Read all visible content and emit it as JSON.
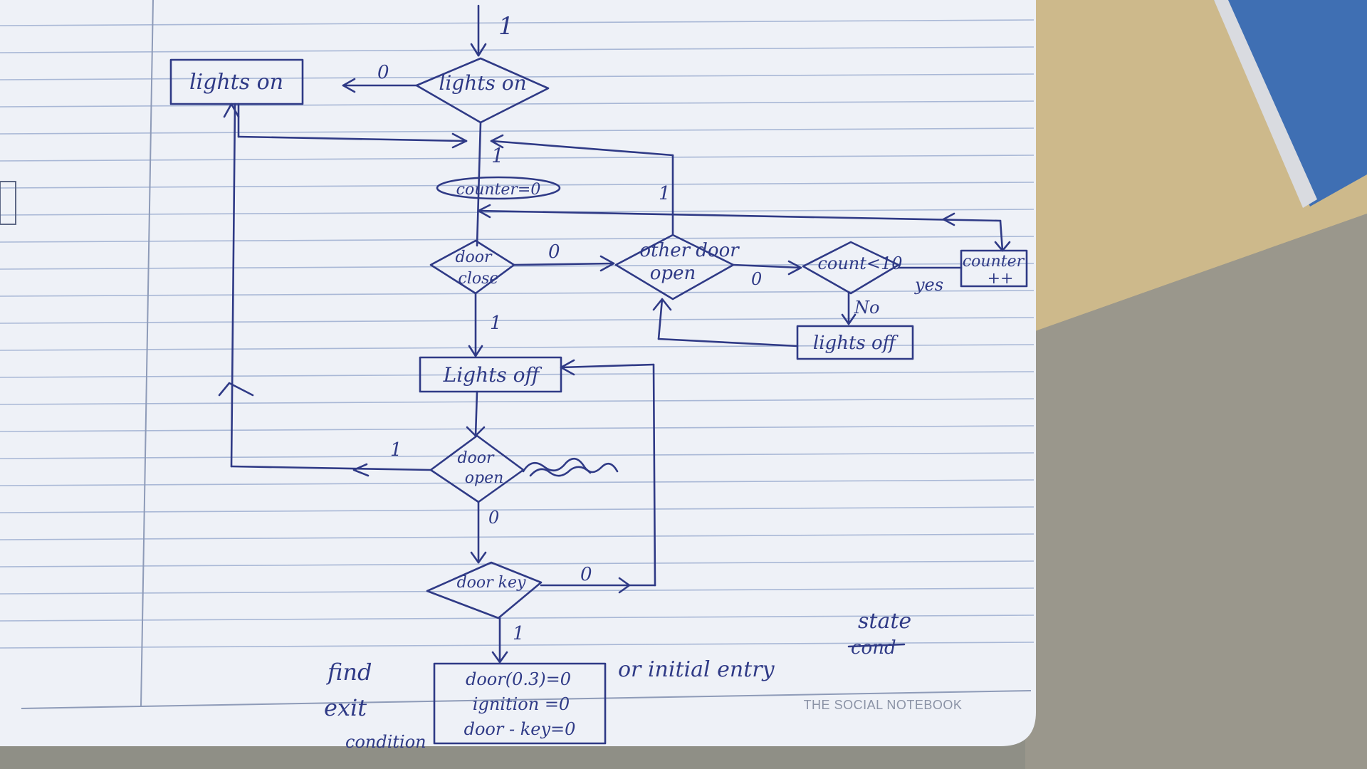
{
  "diagram": {
    "start_label": "1",
    "boxes": {
      "lights_on": "lights on",
      "lights_off": "Lights off",
      "lights_off_right": "lights off",
      "counter": "counter ++"
    },
    "decisions": {
      "lights_on": "lights on",
      "door_close": "door close",
      "other_door_open": "other door open",
      "count_lt_10": "count<10",
      "door_open": "door open",
      "door_key": "door key"
    },
    "counter_init": "counter=0",
    "edge_labels": {
      "lights_on_zero": "0",
      "lights_on_one": "1",
      "loop_one": "1",
      "door_close_zero": "0",
      "door_close_one": "1",
      "other_door_zero": "0",
      "yes": "yes",
      "no": "No",
      "door_open_one": "1",
      "door_open_zero": "0",
      "door_key_zero": "0",
      "door_key_one": "1"
    },
    "exit_conditions": [
      "door(0.3)=0",
      "ignition =0",
      "door - key=0"
    ],
    "find_exit_label": [
      "find",
      "exit",
      "condition"
    ],
    "note_or_initial": "or initial entry",
    "note_struck": "cond",
    "note_state": "state"
  },
  "notebook": {
    "brand": "THE SOCIAL NOTEBOOK"
  },
  "colors": {
    "ink": "#2f3a86",
    "paper": "#eef1f7",
    "rule": "#a9b8d6",
    "desk": "#c9b58a"
  }
}
